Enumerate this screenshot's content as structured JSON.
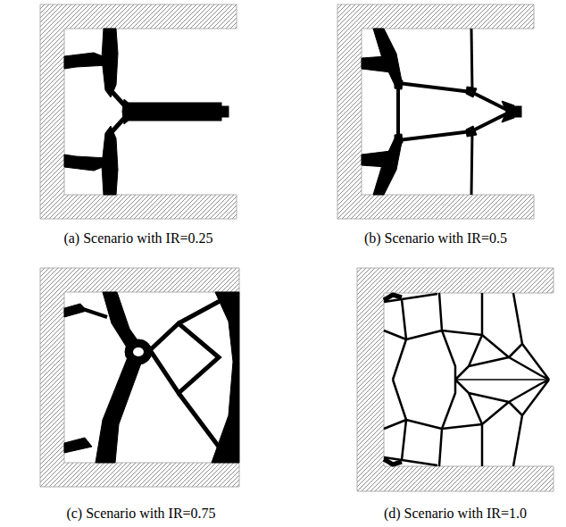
{
  "diagram": {
    "labels": [
      "(a) Scenario with IR=0.25",
      "(b) Scenario with IR=0.5",
      "(c) Scenario with IR=0.75",
      "(d) Scenario with IR=1.0"
    ]
  }
}
